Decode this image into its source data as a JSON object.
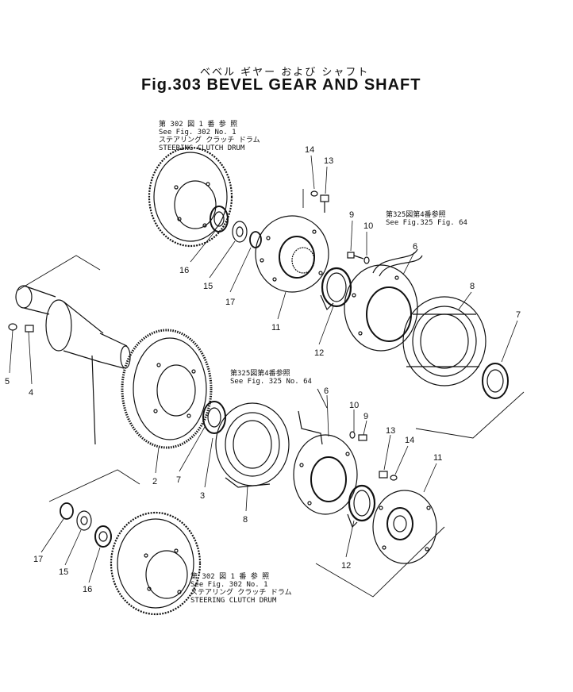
{
  "title": {
    "japanese": "ベベル ギヤー および シャフト",
    "english": "Fig.303 BEVEL GEAR AND SHAFT"
  },
  "references": {
    "drum_top": {
      "line1": "第 302 図 1 番 参 照",
      "line2": "See Fig. 302 No. 1",
      "line3": "ステアリング クラッチ ドラム",
      "line4": "STEERING CLUTCH DRUM"
    },
    "drum_bottom": {
      "line1": "第 302 図 1 番 参 照",
      "line2": "See Fig. 302 No. 1",
      "line3": "ステアリング クラッチ ドラム",
      "line4": "STEERING CLUTCH DRUM"
    },
    "fig325_top": {
      "line1": "第325図第4番参照",
      "line2": "See Fig.325 Fig. 64"
    },
    "fig325_mid": {
      "line1": "第325図第4番参照",
      "line2": "See Fig. 325 No. 64"
    }
  },
  "callouts": {
    "c14a": "14",
    "c13a": "13",
    "c9a": "9",
    "c10a": "10",
    "c6a": "6",
    "c8a": "8",
    "c7a": "7",
    "c16a": "16",
    "c15a": "15",
    "c17a": "17",
    "c11a": "11",
    "c12a": "12",
    "c5": "5",
    "c4": "4",
    "c2": "2",
    "c7b": "7",
    "c3": "3",
    "c8b": "8",
    "c6b": "6",
    "c10b": "10",
    "c9b": "9",
    "c13b": "13",
    "c14b": "14",
    "c11b": "11",
    "c12b": "12",
    "c17b": "17",
    "c15b": "15",
    "c16b": "16"
  }
}
